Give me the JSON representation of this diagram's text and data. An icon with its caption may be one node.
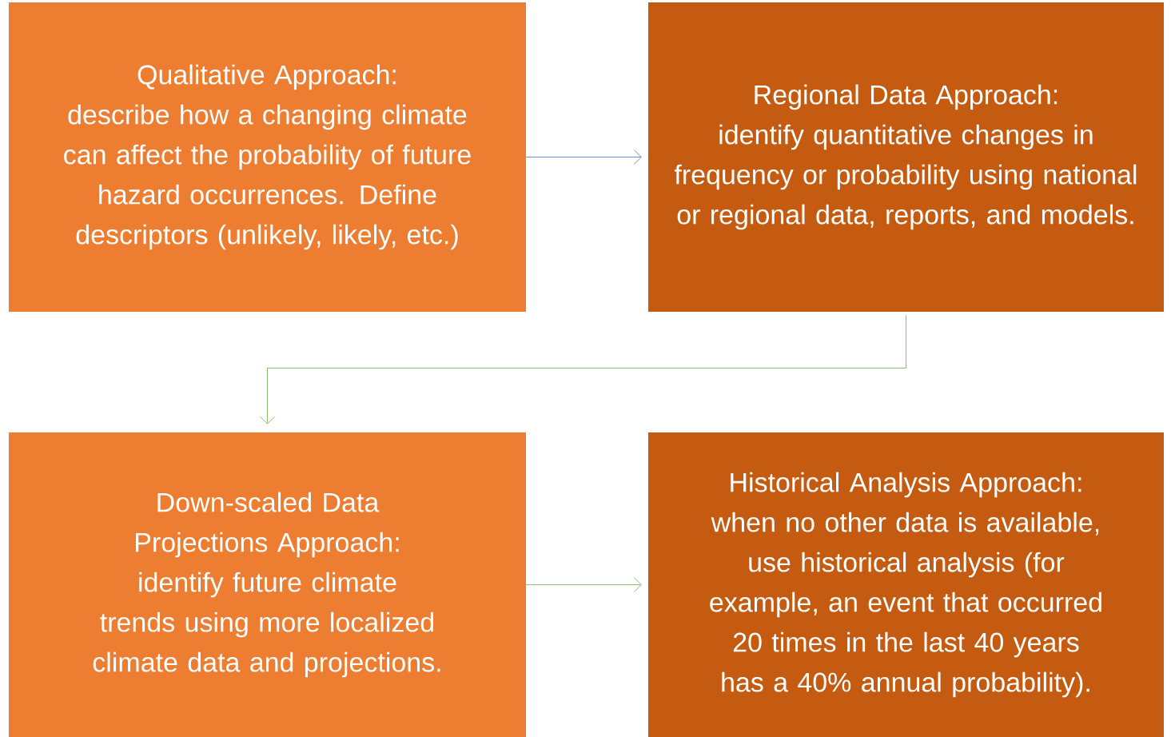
{
  "diagram": {
    "nodes": [
      {
        "text": [
          "Qualitative Approach:",
          "describe how a changing climate can affect the probability of future hazard occurrences.  Define descriptors (unlikely, likely, etc.)"
        ]
      },
      {
        "text": [
          "Regional Data Approach:",
          "identify quantitative changes in frequency or probability using national or regional data, reports, and models."
        ]
      },
      {
        "text": [
          "Down-scaled Data Projections Approach:",
          "identify future climate trends using more localized climate data and projections."
        ]
      },
      {
        "text": [
          "Historical Analysis Approach:",
          "when no other data is available, use historical analysis (for example, an event that occurred 20 times in the last 40 years has a 40% annual probability)."
        ]
      }
    ],
    "edges": [
      {
        "from": 0,
        "to": 1,
        "arrow": "to",
        "color": "#4472c4"
      },
      {
        "from": 1,
        "to": 2,
        "arrow": "to"
      },
      {
        "from": 2,
        "to": 3,
        "arrow": "to"
      }
    ]
  }
}
